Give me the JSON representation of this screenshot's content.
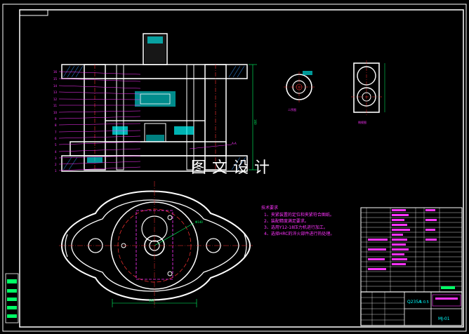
{
  "drawing": {
    "watermark": "图文设计",
    "views": {
      "section_a": "A-A",
      "detail_view": "二序图",
      "side_view": "侧视图"
    },
    "dimensions": {
      "height": "160",
      "width": "350",
      "diameter": "Φ140"
    },
    "part_numbers": [
      "16",
      "15",
      "14",
      "13",
      "12",
      "11",
      "10",
      "9",
      "8",
      "7",
      "6",
      "5",
      "4",
      "3",
      "2",
      "1"
    ],
    "tech_requirements": {
      "title": "技术要求",
      "items": [
        "1、夹紧装置的定位和夹紧符合图纸。",
        "2、装配精度满足要求。",
        "3、选用Y12-18压力机进行加工。",
        "4、选择HRC的淬火部件进行热处理。"
      ]
    },
    "title_block": {
      "material": "Q235A",
      "scale": "1:0.5",
      "drawing_no": "MJ-01"
    }
  },
  "colors": {
    "background": "#000000",
    "outline": "#ffffff",
    "hatch": "#00ffff",
    "magenta": "#ff33ff",
    "center": "#ff3333",
    "dimension": "#00ff66"
  }
}
